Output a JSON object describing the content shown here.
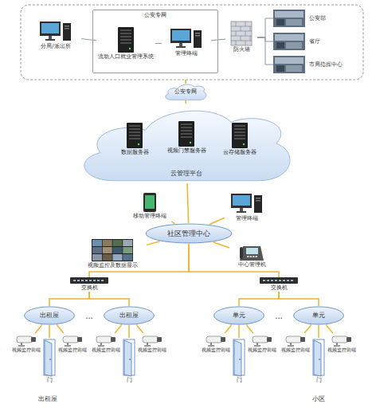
{
  "diagram": {
    "nodes": [
      {
        "text": [
          "分局/派出所"
        ]
      },
      {
        "text": [
          "公安专网"
        ]
      },
      {
        "text": [
          "流动人口就业管理系统"
        ],
        "in": 1
      },
      {
        "text": [
          "管理终端"
        ],
        "in": 1
      },
      {
        "text": [
          "防火墙"
        ]
      },
      {
        "text": [
          "公安部"
        ]
      },
      {
        "text": [
          "省厅"
        ]
      },
      {
        "text": [
          "市局指挥中心"
        ]
      },
      {
        "text": [
          "公安专网"
        ]
      },
      {
        "text": [
          "云管理平台"
        ]
      },
      {
        "text": [
          "数据服务器"
        ],
        "in": 9
      },
      {
        "text": [
          "视频门禁服务器"
        ],
        "in": 9
      },
      {
        "text": [
          "云存储服务器"
        ],
        "in": 9
      },
      {
        "text": [
          "移动管理终端"
        ]
      },
      {
        "text": [
          "管理终端"
        ]
      },
      {
        "text": [
          "社区管理中心"
        ]
      },
      {
        "text": [
          "视频监控及数据显示"
        ]
      },
      {
        "text": [
          "中心管理机"
        ]
      },
      {
        "text": [
          "交换机"
        ]
      },
      {
        "text": [
          "交换机"
        ]
      },
      {
        "text": [
          "出租屋"
        ]
      },
      {
        "text": [
          "出租屋"
        ]
      },
      {
        "text": [
          "单元"
        ]
      },
      {
        "text": [
          "单元"
        ]
      },
      {
        "text": [
          "视频监控前端"
        ]
      },
      {
        "text": [
          "门"
        ]
      },
      {
        "text": [
          "视频监控前端"
        ]
      },
      {
        "text": [
          "视频监控前端"
        ]
      },
      {
        "text": [
          "门"
        ]
      },
      {
        "text": [
          "视频监控前端"
        ]
      },
      {
        "text": [
          "视频监控前端"
        ]
      },
      {
        "text": [
          "门"
        ]
      },
      {
        "text": [
          "视频监控前端"
        ]
      },
      {
        "text": [
          "视频监控前端"
        ]
      },
      {
        "text": [
          "门"
        ]
      },
      {
        "text": [
          "视频监控前端"
        ]
      }
    ],
    "edges": [
      {
        "from": 0,
        "to": 2,
        "arrow": "none"
      },
      {
        "from": 2,
        "to": 3,
        "arrow": "none"
      },
      {
        "from": 3,
        "to": 4,
        "arrow": "none"
      },
      {
        "from": 4,
        "to": 5,
        "arrow": "none"
      },
      {
        "from": 4,
        "to": 6,
        "arrow": "none"
      },
      {
        "from": 4,
        "to": 7,
        "arrow": "none"
      },
      {
        "from": 8,
        "to": 9,
        "arrow": "none"
      },
      {
        "from": 9,
        "to": 15,
        "arrow": "none"
      },
      {
        "from": 15,
        "to": 13,
        "arrow": "none"
      },
      {
        "from": 15,
        "to": 14,
        "arrow": "none"
      },
      {
        "from": 15,
        "to": 16,
        "arrow": "none"
      },
      {
        "from": 15,
        "to": 17,
        "arrow": "none"
      },
      {
        "from": 15,
        "to": 18,
        "arrow": "none"
      },
      {
        "from": 15,
        "to": 19,
        "arrow": "none"
      },
      {
        "from": 18,
        "to": 20,
        "arrow": "none"
      },
      {
        "from": 18,
        "to": 21,
        "arrow": "none"
      },
      {
        "from": 19,
        "to": 22,
        "arrow": "none"
      },
      {
        "from": 19,
        "to": 23,
        "arrow": "none"
      },
      {
        "from": 20,
        "to": 24,
        "arrow": "none"
      },
      {
        "from": 20,
        "to": 25,
        "arrow": "none"
      },
      {
        "from": 20,
        "to": 26,
        "arrow": "none"
      },
      {
        "from": 21,
        "to": 27,
        "arrow": "none"
      },
      {
        "from": 21,
        "to": 28,
        "arrow": "none"
      },
      {
        "from": 21,
        "to": 29,
        "arrow": "none"
      },
      {
        "from": 22,
        "to": 30,
        "arrow": "none"
      },
      {
        "from": 22,
        "to": 31,
        "arrow": "none"
      },
      {
        "from": 22,
        "to": 32,
        "arrow": "none"
      },
      {
        "from": 23,
        "to": 33,
        "arrow": "none"
      },
      {
        "from": 23,
        "to": 34,
        "arrow": "none"
      },
      {
        "from": 23,
        "to": 35,
        "arrow": "none"
      }
    ],
    "labels": [
      "...",
      "...",
      "出租屋",
      "小区"
    ]
  }
}
